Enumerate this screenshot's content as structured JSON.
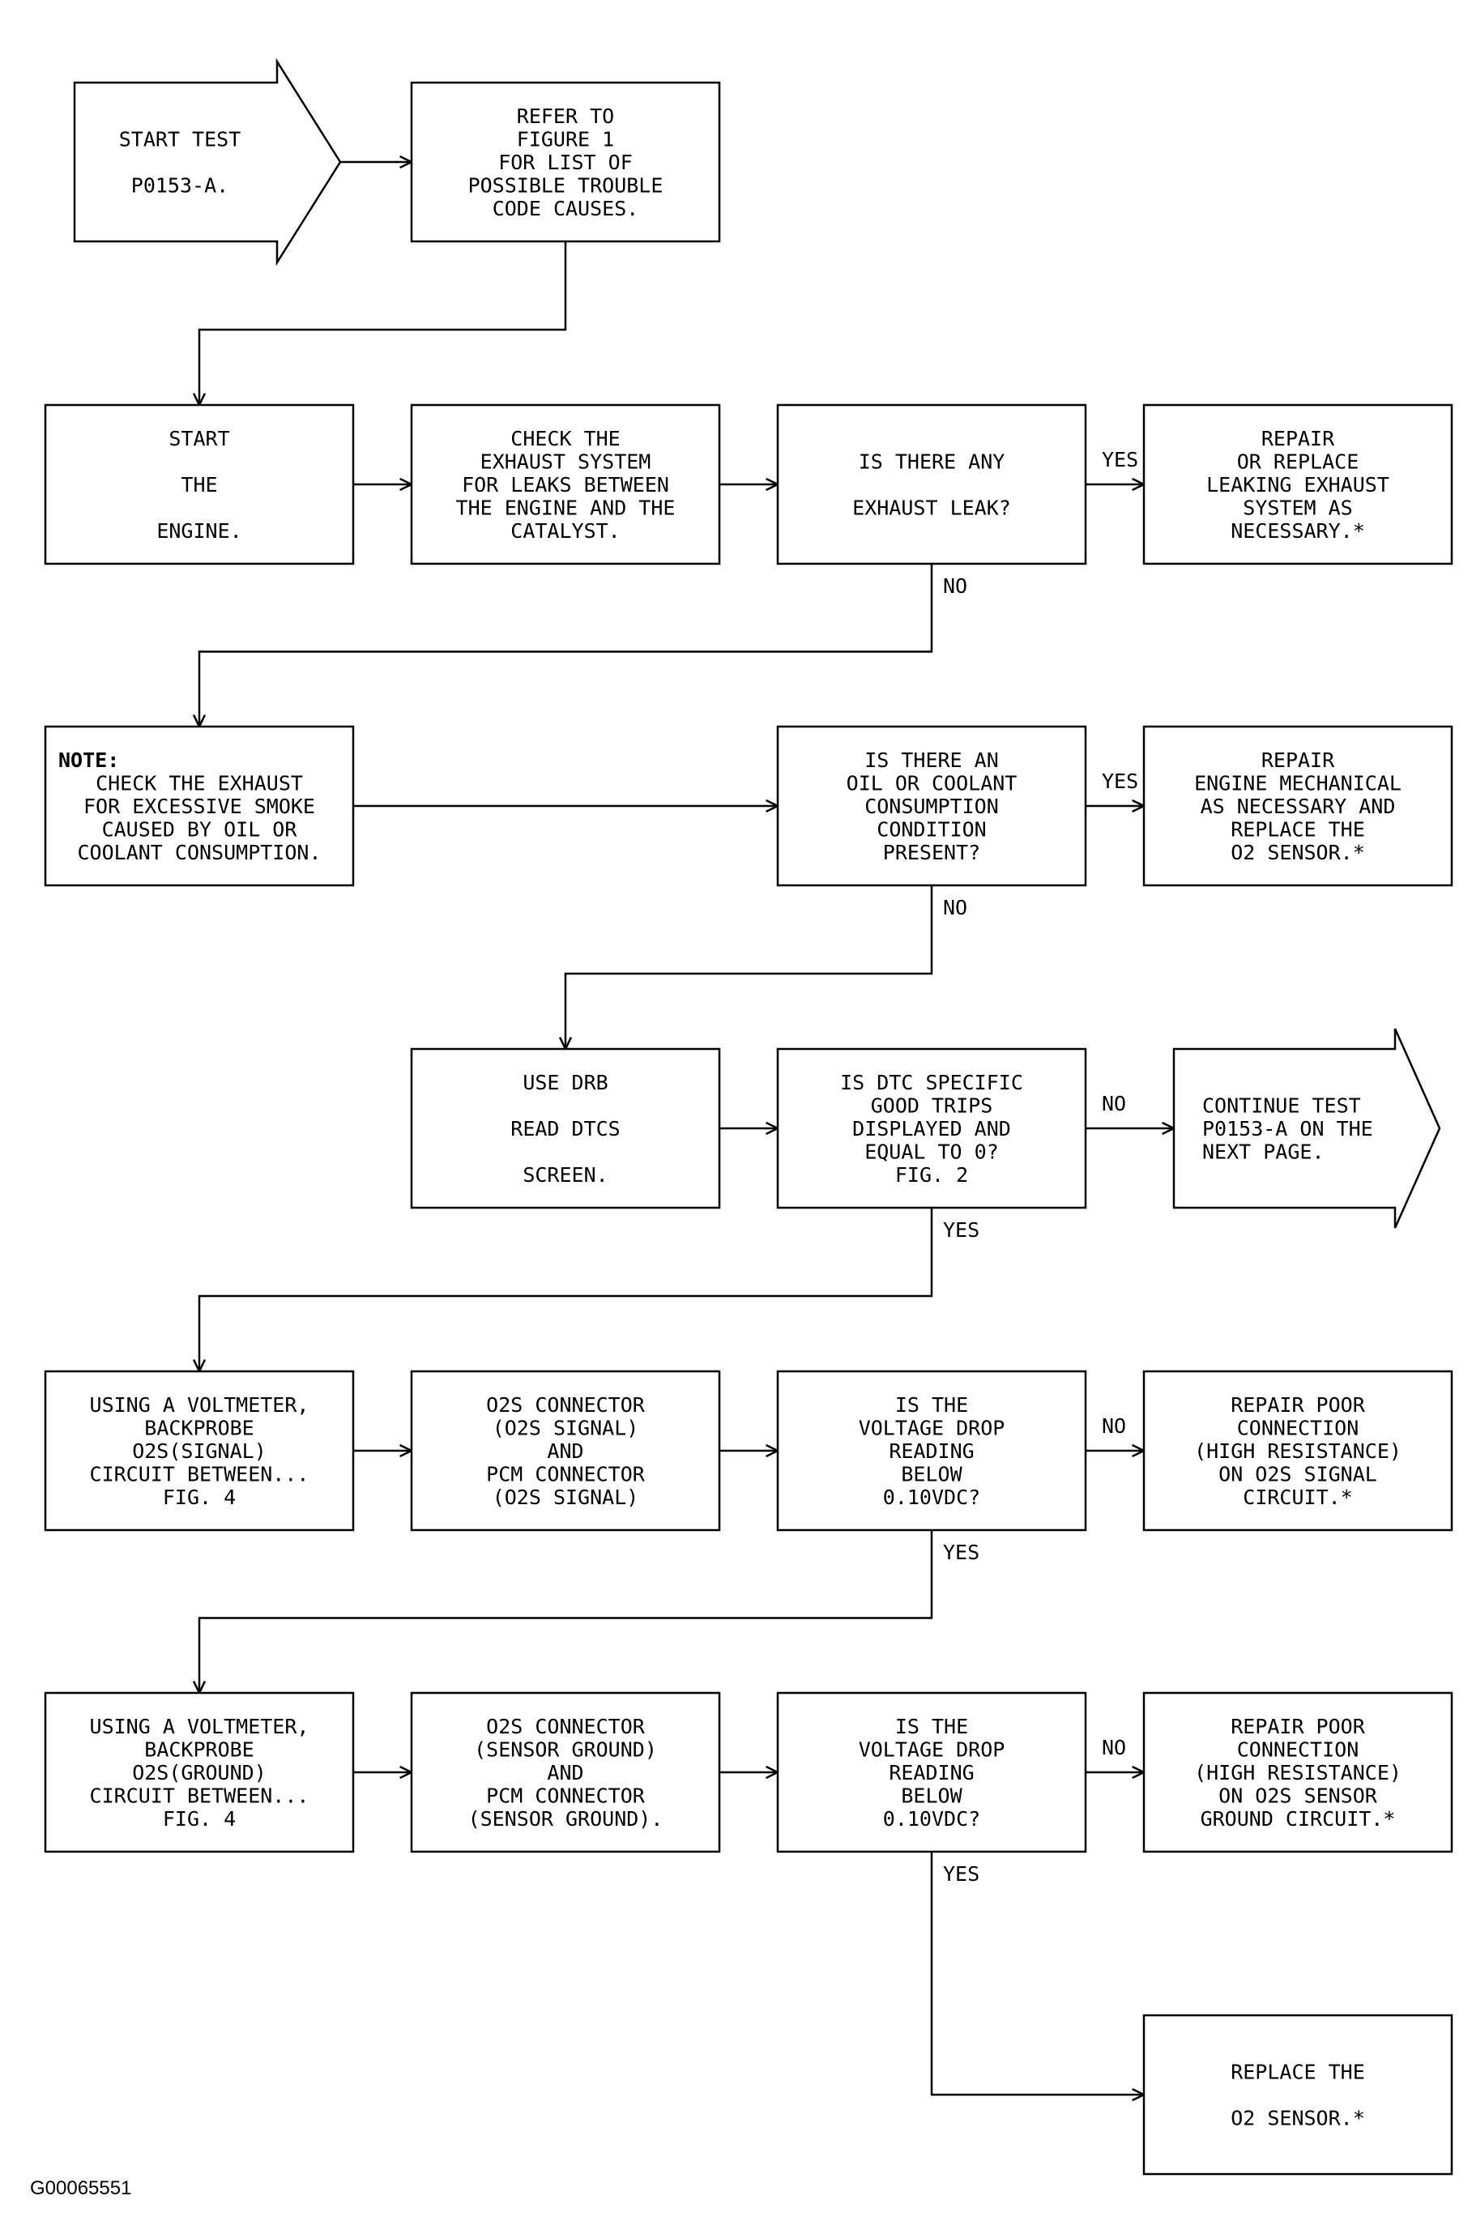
{
  "nodes": [
    {
      "id": "start",
      "lines": [
        "START TEST",
        "",
        "P0153-A."
      ]
    },
    {
      "id": "refer",
      "lines": [
        "REFER TO",
        "FIGURE 1",
        "FOR LIST OF",
        "POSSIBLE TROUBLE",
        "CODE CAUSES."
      ]
    },
    {
      "id": "start-engine",
      "lines": [
        "START",
        "",
        "THE",
        "",
        "ENGINE."
      ]
    },
    {
      "id": "check-exhaust",
      "lines": [
        "CHECK THE",
        "EXHAUST SYSTEM",
        "FOR LEAKS BETWEEN",
        "THE ENGINE AND THE",
        "CATALYST."
      ]
    },
    {
      "id": "exhaust-leak",
      "lines": [
        "IS THERE ANY",
        "",
        "EXHAUST LEAK?"
      ]
    },
    {
      "id": "repair-exhaust",
      "lines": [
        "REPAIR",
        "OR REPLACE",
        "LEAKING EXHAUST",
        "SYSTEM AS",
        "NECESSARY.*"
      ]
    },
    {
      "id": "note",
      "lead": "NOTE:",
      "lines": [
        "CHECK THE EXHAUST",
        "FOR EXCESSIVE SMOKE",
        "CAUSED BY OIL OR",
        "COOLANT CONSUMPTION."
      ]
    },
    {
      "id": "oil-coolant",
      "lines": [
        "IS THERE AN",
        "OIL OR COOLANT",
        "CONSUMPTION",
        "CONDITION",
        "PRESENT?"
      ]
    },
    {
      "id": "repair-engine",
      "lines": [
        "REPAIR",
        "ENGINE MECHANICAL",
        "AS NECESSARY AND",
        "REPLACE THE",
        "O2 SENSOR.*"
      ]
    },
    {
      "id": "use-drb",
      "lines": [
        "USE DRB",
        "",
        "READ DTCS",
        "",
        "SCREEN."
      ]
    },
    {
      "id": "dtc-good-trips",
      "lines": [
        "IS DTC SPECIFIC",
        "GOOD TRIPS",
        "DISPLAYED AND",
        "EQUAL TO 0?",
        "FIG. 2"
      ]
    },
    {
      "id": "continue",
      "lines": [
        "CONTINUE TEST",
        "P0153-A ON THE",
        "NEXT PAGE."
      ]
    },
    {
      "id": "voltmeter-signal",
      "lines": [
        "USING A VOLTMETER,",
        "BACKPROBE",
        "O2S(SIGNAL)",
        "CIRCUIT BETWEEN...",
        "FIG. 4"
      ]
    },
    {
      "id": "connector-signal",
      "lines": [
        "O2S CONNECTOR",
        "(O2S SIGNAL)",
        "AND",
        "PCM CONNECTOR",
        "(O2S SIGNAL)"
      ]
    },
    {
      "id": "drop-signal",
      "lines": [
        "IS THE",
        "VOLTAGE DROP",
        "READING",
        "BELOW",
        "0.10VDC?"
      ]
    },
    {
      "id": "repair-signal",
      "lines": [
        "REPAIR POOR",
        "CONNECTION",
        "(HIGH RESISTANCE)",
        "ON O2S SIGNAL",
        "CIRCUIT.*"
      ]
    },
    {
      "id": "voltmeter-ground",
      "lines": [
        "USING A VOLTMETER,",
        "BACKPROBE",
        "O2S(GROUND)",
        "CIRCUIT BETWEEN...",
        "FIG. 4"
      ]
    },
    {
      "id": "connector-ground",
      "lines": [
        "O2S CONNECTOR",
        "(SENSOR GROUND)",
        "AND",
        "PCM CONNECTOR",
        "(SENSOR GROUND)."
      ]
    },
    {
      "id": "drop-ground",
      "lines": [
        "IS THE",
        "VOLTAGE DROP",
        "READING",
        "BELOW",
        "0.10VDC?"
      ]
    },
    {
      "id": "repair-ground",
      "lines": [
        "REPAIR POOR",
        "CONNECTION",
        "(HIGH RESISTANCE)",
        "ON O2S SENSOR",
        "GROUND CIRCUIT.*"
      ]
    },
    {
      "id": "replace-sensor",
      "lines": [
        "REPLACE THE",
        "",
        "O2 SENSOR.*"
      ]
    }
  ],
  "edges": [
    {
      "from": "start",
      "to": "refer",
      "label": ""
    },
    {
      "from": "refer",
      "to": "start-engine",
      "label": ""
    },
    {
      "from": "start-engine",
      "to": "check-exhaust",
      "label": ""
    },
    {
      "from": "check-exhaust",
      "to": "exhaust-leak",
      "label": ""
    },
    {
      "from": "exhaust-leak",
      "to": "repair-exhaust",
      "label": "YES"
    },
    {
      "from": "exhaust-leak",
      "to": "note",
      "label": "NO"
    },
    {
      "from": "note",
      "to": "oil-coolant",
      "label": ""
    },
    {
      "from": "oil-coolant",
      "to": "repair-engine",
      "label": "YES"
    },
    {
      "from": "oil-coolant",
      "to": "use-drb",
      "label": "NO"
    },
    {
      "from": "use-drb",
      "to": "dtc-good-trips",
      "label": ""
    },
    {
      "from": "dtc-good-trips",
      "to": "continue",
      "label": "NO"
    },
    {
      "from": "dtc-good-trips",
      "to": "voltmeter-signal",
      "label": "YES"
    },
    {
      "from": "voltmeter-signal",
      "to": "connector-signal",
      "label": ""
    },
    {
      "from": "connector-signal",
      "to": "drop-signal",
      "label": ""
    },
    {
      "from": "drop-signal",
      "to": "repair-signal",
      "label": "NO"
    },
    {
      "from": "drop-signal",
      "to": "voltmeter-ground",
      "label": "YES"
    },
    {
      "from": "voltmeter-ground",
      "to": "connector-ground",
      "label": ""
    },
    {
      "from": "connector-ground",
      "to": "drop-ground",
      "label": ""
    },
    {
      "from": "drop-ground",
      "to": "repair-ground",
      "label": "NO"
    },
    {
      "from": "drop-ground",
      "to": "replace-sensor",
      "label": "YES"
    }
  ],
  "figure_id": "G00065551"
}
